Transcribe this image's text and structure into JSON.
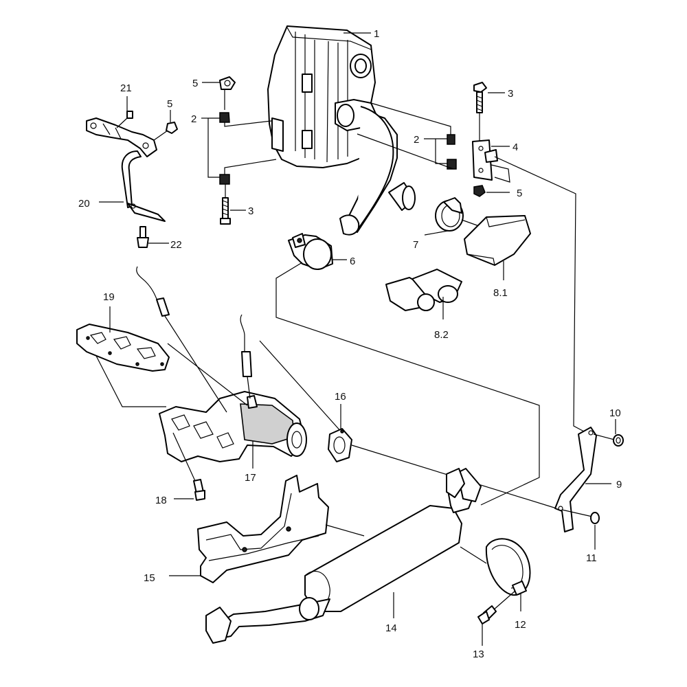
{
  "labels": {
    "p1": "1",
    "p2a": "2",
    "p2b": "2",
    "p3a": "3",
    "p3b": "3",
    "p4": "4",
    "p5a": "5",
    "p5b": "5",
    "p5c": "5",
    "p6": "6",
    "p7": "7",
    "p8_1": "8.1",
    "p8_2": "8.2",
    "p9": "9",
    "p10": "10",
    "p11": "11",
    "p12": "12",
    "p13": "13",
    "p14": "14",
    "p15": "15",
    "p16": "16",
    "p17": "17",
    "p18": "18",
    "p19": "19",
    "p20": "20",
    "p21": "21",
    "p22": "22"
  }
}
